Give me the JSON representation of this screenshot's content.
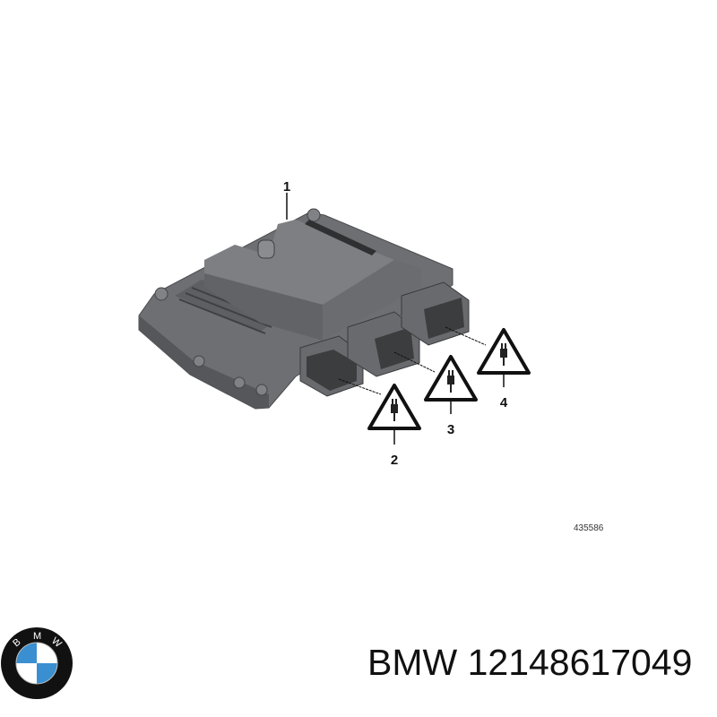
{
  "diagram": {
    "callouts": [
      "1",
      "2",
      "3",
      "4"
    ],
    "reference_number": "435586",
    "warning_icon": "plug-connector-warning-triangle-icon"
  },
  "footer": {
    "logo": {
      "name": "bmw-logo-icon",
      "letters": "BMW",
      "colors": [
        "#000000",
        "#3a8fd0",
        "#ffffff"
      ]
    },
    "part_title": "BMW 12148617049"
  }
}
